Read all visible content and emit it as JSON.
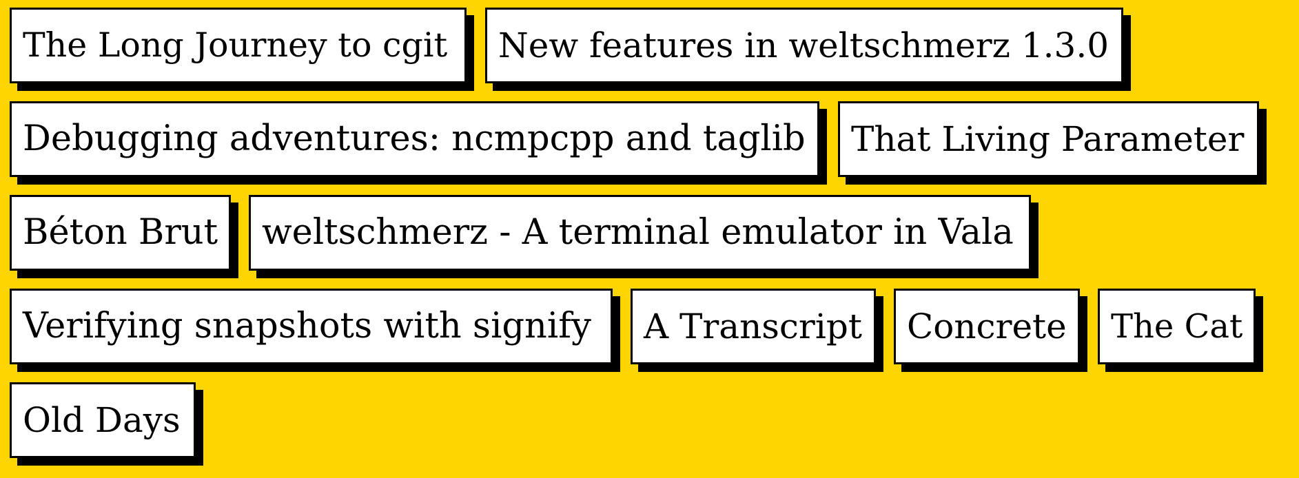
{
  "posts": [
    {
      "title": "The Long Journey to cgit"
    },
    {
      "title": "New features in weltschmerz 1.3.0"
    },
    {
      "title": "Debugging adventures: ncmpcpp and taglib"
    },
    {
      "title": "That Living Parameter"
    },
    {
      "title": "Béton Brut"
    },
    {
      "title": "weltschmerz - A terminal emulator in Vala"
    },
    {
      "title": "Verifying snapshots with signify"
    },
    {
      "title": "A Transcript"
    },
    {
      "title": "Concrete"
    },
    {
      "title": "The Cat"
    },
    {
      "title": "Old Days"
    }
  ],
  "colors": {
    "background": "#ffd500",
    "card": "#ffffff",
    "border": "#000000"
  }
}
